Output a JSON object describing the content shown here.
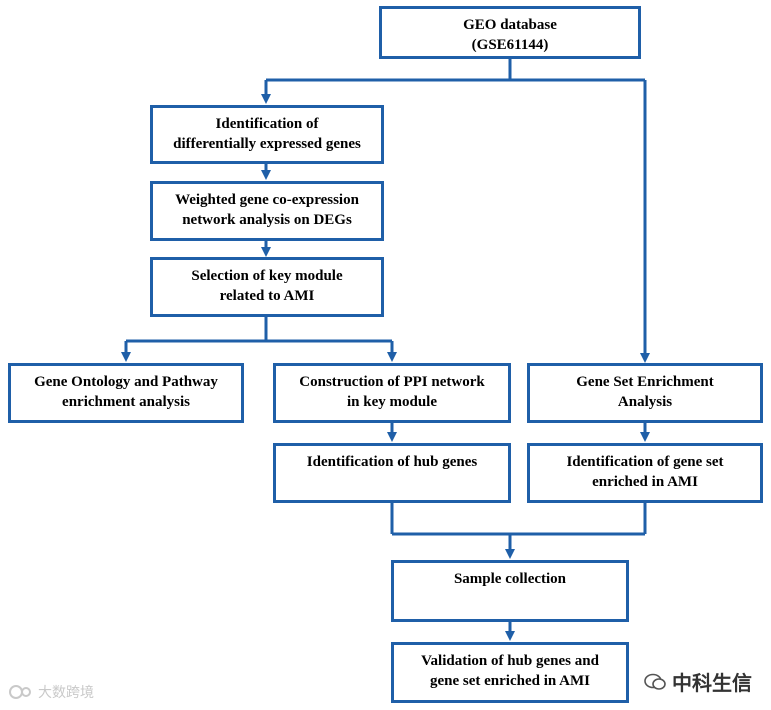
{
  "nodes": {
    "geo": {
      "line1": "GEO database",
      "line2": "(GSE61144)"
    },
    "deg": {
      "line1": "Identification of",
      "line2": "differentially expressed genes"
    },
    "wgcna": {
      "line1": "Weighted gene co-expression",
      "line2": "network analysis on DEGs"
    },
    "module": {
      "line1": "Selection of key module",
      "line2": "related to AMI"
    },
    "go": {
      "line1": "Gene Ontology and Pathway",
      "line2": "enrichment analysis"
    },
    "ppi": {
      "line1": "Construction of PPI network",
      "line2": "in key module"
    },
    "gsea": {
      "line1": "Gene Set Enrichment",
      "line2": "Analysis"
    },
    "hub": {
      "line1": "Identification of hub genes"
    },
    "geneset": {
      "line1": "Identification of gene set",
      "line2": "enriched in AMI"
    },
    "sample": {
      "line1": "Sample collection"
    },
    "validation": {
      "line1": "Validation of hub genes and",
      "line2": "gene set enriched in AMI"
    }
  },
  "watermarks": {
    "left": "大数跨境",
    "right": "中科生信"
  },
  "colors": {
    "border": "#1f5fa8",
    "arrow": "#1f5fa8"
  }
}
